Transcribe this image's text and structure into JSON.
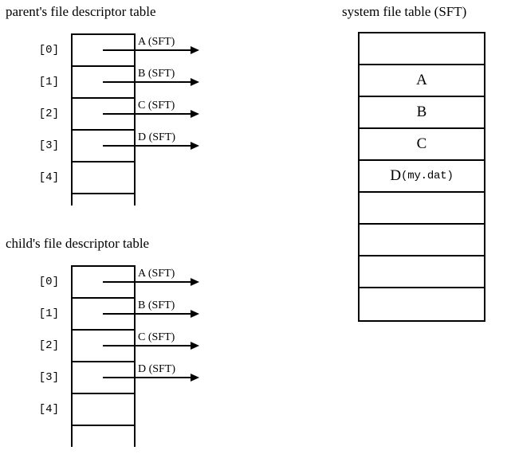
{
  "diagram": {
    "parent_table": {
      "title": "parent's file descriptor table",
      "indices": [
        "[0]",
        "[1]",
        "[2]",
        "[3]",
        "[4]"
      ],
      "pointers": [
        "A (SFT)",
        "B (SFT)",
        "C (SFT)",
        "D (SFT)"
      ],
      "row_count": 6,
      "filled_rows": 4
    },
    "child_table": {
      "title": "child's file descriptor table",
      "indices": [
        "[0]",
        "[1]",
        "[2]",
        "[3]",
        "[4]"
      ],
      "pointers": [
        "A (SFT)",
        "B (SFT)",
        "C (SFT)",
        "D (SFT)"
      ],
      "row_count": 6,
      "filled_rows": 4
    },
    "system_file_table": {
      "title": "system file table (SFT)",
      "rows": [
        {
          "label": "",
          "mono": ""
        },
        {
          "label": "A",
          "mono": ""
        },
        {
          "label": "B",
          "mono": ""
        },
        {
          "label": "C",
          "mono": ""
        },
        {
          "label": "D",
          "mono": "(my.dat)"
        },
        {
          "label": "",
          "mono": ""
        },
        {
          "label": "",
          "mono": ""
        },
        {
          "label": "",
          "mono": ""
        },
        {
          "label": "",
          "mono": ""
        }
      ]
    },
    "colors": {
      "ink": "#000000",
      "background": "#ffffff"
    }
  }
}
